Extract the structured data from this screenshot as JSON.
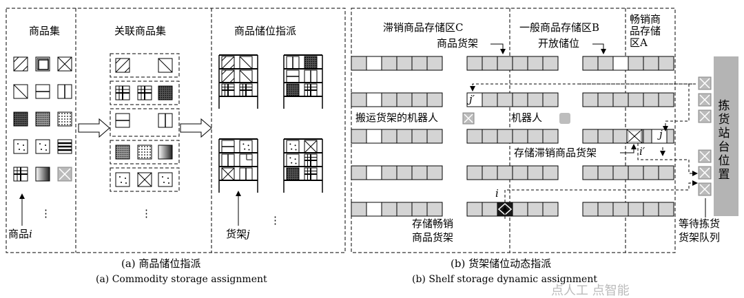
{
  "panel_a": {
    "col1_title": "商品集",
    "col2_title": "关联商品集",
    "col3_title": "商品储位指派",
    "item_label": "商品",
    "item_var": "i",
    "shelf_label": "货架",
    "shelf_var": "j",
    "ellipsis": "⋮",
    "caption_zh": "(a) 商品储位指派",
    "caption_en": "(a) Commodity storage assignment"
  },
  "panel_b": {
    "zone_c": "滞销商品存储区C",
    "zone_b": "一般商品存储区B",
    "zone_a_lines": [
      "畅销商",
      "品存储",
      "区A"
    ],
    "shelf_label": "商品货架",
    "open_slot_label": "开放储位",
    "carrying_robot_label": "搬运货架的机器人",
    "robot_label": "机器人",
    "slow_shelf_label": "存储滞销商品货架",
    "fast_shelf_lines": [
      "存储畅销",
      "商品货架"
    ],
    "station_lines": [
      "拣",
      "货",
      "站",
      "台",
      "位",
      "置"
    ],
    "queue_lines": [
      "等待拣货",
      "货架队列"
    ],
    "var_j_prime": "j′",
    "var_j": "j",
    "var_i_prime": "i′",
    "var_i": "i",
    "caption_zh": "(b) 货架储位动态指派",
    "caption_en": "(b) Shelf storage dynamic assignment"
  },
  "watermark": "点人工 点智能",
  "colors": {
    "shelf_fill": "#d4d4d4",
    "station_fill": "#b4b4b4",
    "robot_fill": "#bdbdbd",
    "fast_shelf_fill": "#1a1a1a"
  }
}
